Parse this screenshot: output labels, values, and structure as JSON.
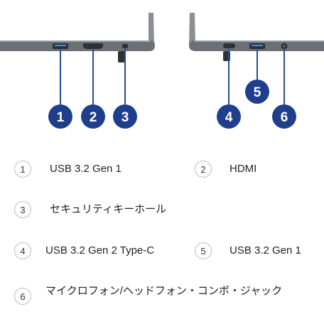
{
  "markers": [
    "1",
    "2",
    "3",
    "4",
    "5",
    "6"
  ],
  "legend": [
    {
      "num": "1",
      "label": "USB 3.2 Gen 1"
    },
    {
      "num": "2",
      "label": "HDMI"
    },
    {
      "num": "3",
      "label": "セキュリティキーホール"
    },
    {
      "num": "4",
      "label": "USB 3.2 Gen 2 Type-C"
    },
    {
      "num": "5",
      "label": "USB 3.2 Gen 1"
    },
    {
      "num": "6",
      "label": "マイクロフォン/ヘッドフォン・コンボ・ジャック"
    }
  ],
  "colors": {
    "marker_fill": "#1f3f8c",
    "leader_line": "#2a4a9a",
    "laptop_body": "#6b6f76",
    "laptop_lid": "#8a8e95",
    "port_dark": "#2e3136"
  }
}
